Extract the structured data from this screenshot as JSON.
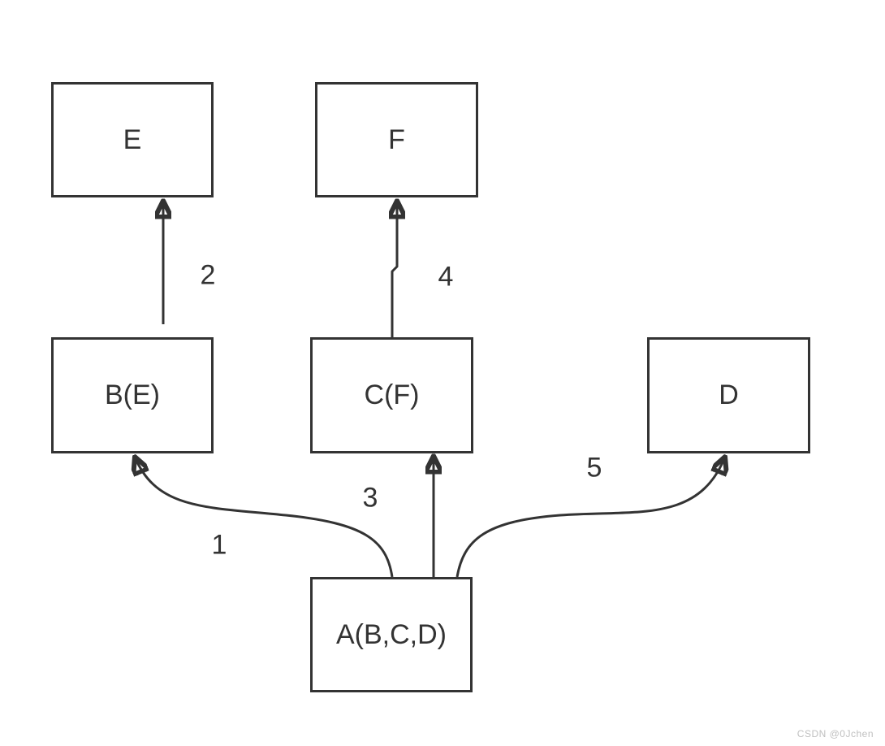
{
  "diagram": {
    "description": "Dependency diagram of boxes connected by numbered arrows"
  },
  "colors": {
    "stroke": "#333333",
    "text": "#333333",
    "box_fill": "#ffffff",
    "background": "#ffffff",
    "watermark": "#c0c0c0"
  },
  "nodes": [
    {
      "id": "E",
      "label": "E"
    },
    {
      "id": "F",
      "label": "F"
    },
    {
      "id": "B",
      "label": "B(E)"
    },
    {
      "id": "C",
      "label": "C(F)"
    },
    {
      "id": "D",
      "label": "D"
    },
    {
      "id": "A",
      "label": "A(B,C,D)"
    }
  ],
  "edges": [
    {
      "label": "1",
      "from": "A",
      "to": "B"
    },
    {
      "label": "2",
      "from": "B",
      "to": "E"
    },
    {
      "label": "3",
      "from": "A",
      "to": "C"
    },
    {
      "label": "4",
      "from": "C",
      "to": "F"
    },
    {
      "label": "5",
      "from": "A",
      "to": "D"
    }
  ],
  "watermark": {
    "text": "CSDN @0Jchen"
  }
}
